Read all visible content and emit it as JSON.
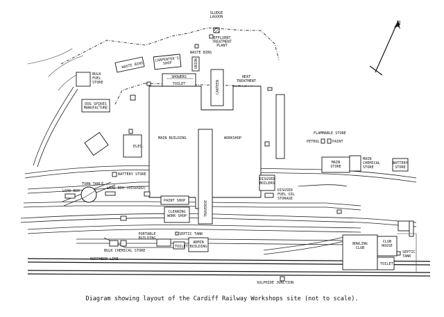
{
  "caption": "Diagram showing layout of the Cardiff Railway Workshops site (not to scale).",
  "north": {
    "label": "N"
  },
  "labels": {
    "sludge_lagoon": [
      "SLUDGE",
      "LAGOON"
    ],
    "effluent_plant": [
      "EFFLUENT",
      "TREATMENT",
      "PLANT"
    ],
    "waste_bins_top": "WASTE BINS",
    "waste_bins_left": "WASTE BINS",
    "carpenters_shop": [
      "CARPENTER'S",
      "SHOP"
    ],
    "union": "UNION",
    "showers": "SHOWERS",
    "toilet_top": "TOILET",
    "canteen": "CANTEEN",
    "heat_treatment": [
      "HEAT",
      "TREATMENT"
    ],
    "bulk_fuel_store": [
      "BULK",
      "FUEL",
      "STORE"
    ],
    "dog_spikes": [
      "DOG SPIKES",
      "MANUFACTURE"
    ],
    "elec": "ELEC.",
    "main_building": "MAIN   BUILDING",
    "workshop": "WORKSHOP",
    "flammable_store": "FLAMMABLE STORE",
    "petrol": "PETROL",
    "paint": "PAINT",
    "main_store": [
      "MAIN",
      "STORE"
    ],
    "main_chemical_store": [
      "MAIN",
      "CHEMICAL",
      "STORE"
    ],
    "battery_store_right": [
      "BATTERY",
      "STORE"
    ],
    "battery_store_left": "BATTERY STORE",
    "turn_table": "TURN TABLE",
    "load_box": "LOAD BOX",
    "load_box_disused": "LOAD BOX (DISUSED)",
    "disused_boilers": [
      "DISUSED",
      "BOILERS"
    ],
    "disused_fuel_oil": [
      "DISUSED",
      "FUEL OIL",
      "STORAGE"
    ],
    "paint_shop": "PAINT SHOP",
    "traverse": "TRAVERSE",
    "cleaning_workshop": [
      "CLEANING",
      "WORK SHOP"
    ],
    "septic_tank_mid": "SEPTIC TANK",
    "portable_building": [
      "PORTABLE",
      "BUILDING"
    ],
    "toilet_mid": "TOILET",
    "admin_building": [
      "ADMIN",
      "BUILDING"
    ],
    "bulk_chemical_store": "BULK CHEMICAL STORE",
    "northern_line": "NORTHERN LINE",
    "sulphide_junction": "SULPHIDE JUNCTION",
    "bowling_club": [
      "BOWLING",
      "CLUB"
    ],
    "club_house": [
      "CLUB",
      "HOUSE"
    ],
    "toilet_right": "TOILET",
    "septic_tank_right": [
      "SEPTIC",
      "TANK"
    ]
  }
}
